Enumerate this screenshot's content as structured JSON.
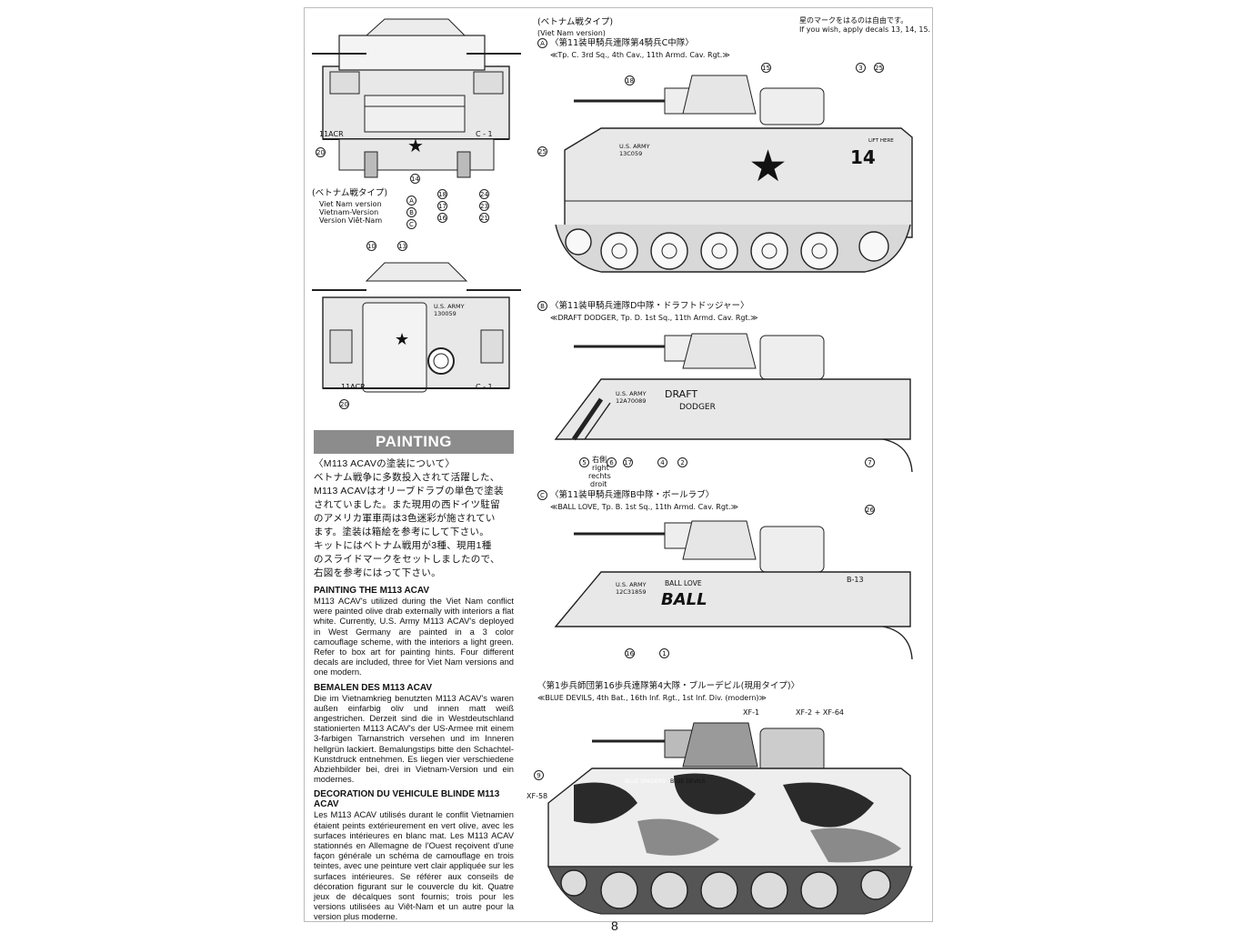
{
  "page_number": "8",
  "top_views": {
    "front_labels": {
      "left": "11ACR",
      "right": "C - 1",
      "callout_star": "14",
      "callout_side": "20"
    },
    "rear_labels": {
      "left": "11ACR",
      "right": "C - 1",
      "army": "U.S. ARMY",
      "serial": "130059",
      "callout_10": "10",
      "callout_13": "13",
      "callout_20": "20"
    },
    "legend": {
      "jp": "(ベトナム戦タイプ)",
      "en": "Viet Nam version",
      "de": "Vietnam-Version",
      "fr": "Version Viêt-Nam",
      "rows": [
        {
          "letter": "A",
          "n1": "18",
          "n2": "24"
        },
        {
          "letter": "B",
          "n1": "17",
          "n2": "23"
        },
        {
          "letter": "C",
          "n1": "16",
          "n2": "21"
        }
      ]
    }
  },
  "header_right": {
    "jp": "星のマークをはるのは自由です。",
    "en": "If you wish, apply decals 13, 14, 15."
  },
  "vehicles": [
    {
      "key": "A",
      "jp_type": "(ベトナム戦タイプ)",
      "en_type": "(Viet Nam version)",
      "jp_unit": "〈第11装甲騎兵連隊第4騎兵C中隊〉",
      "en_unit": "≪Tp. C. 3rd Sq., 4th Cav., 11th Armd. Cav. Rgt.≫",
      "number": "14",
      "army": "U.S. ARMY",
      "serial": "13C059",
      "lift": "LIFT HERE",
      "callouts": [
        "18",
        "15",
        "3",
        "25",
        "25"
      ]
    },
    {
      "key": "B",
      "jp_unit": "〈第11装甲騎兵連隊D中隊・ドラフトドッジャー〉",
      "en_unit": "≪DRAFT DODGER, Tp. D. 1st Sq., 11th Armd. Cav. Rgt.≫",
      "name1": "DRAFT",
      "name2": "DODGER",
      "army": "U.S. ARMY",
      "serial": "12A70089",
      "side_jp": "右側",
      "side_en": "right",
      "side_de": "rechts",
      "side_fr": "droit",
      "callouts": [
        "5",
        "6",
        "17",
        "4",
        "2",
        "7"
      ]
    },
    {
      "key": "C",
      "jp_unit": "〈第11装甲騎兵連隊B中隊・ボールラブ〉",
      "en_unit": "≪BALL LOVE, Tp. B. 1st Sq., 11th Armd. Cav. Rgt.≫",
      "name_small": "BALL LOVE",
      "name_big": "BALL",
      "army": "U.S. ARMY",
      "serial": "12C31859",
      "number": "B-13",
      "callouts": [
        "26",
        "16",
        "1"
      ]
    },
    {
      "key": "D",
      "jp_unit": "〈第1歩兵師団第16歩兵連隊第4大隊・ブルーデビル(現用タイプ)〉",
      "en_unit": "≪BLUE DEVILS, 4th Bat., 16th Inf. Rgt., 1st Inf. Div. (modern)≫",
      "xf1": "XF-1",
      "xf2": "XF-2 + XF-64",
      "xf58": "XF-58",
      "callout": "9",
      "name1": "BLUE SPADERS",
      "name2": "BLUE DEVILS"
    }
  ],
  "painting": {
    "title": "PAINTING",
    "jp_heading": "〈M113 ACAVの塗装について〉",
    "jp_lines": [
      "ベトナム戦争に多数投入されて活躍した、",
      "M113 ACAVはオリーブドラブの単色で塗装",
      "されていました。また現用の西ドイツ駐留",
      "のアメリカ軍車両は3色迷彩が施されてい",
      "ます。塗装は箱絵を参考にして下さい。",
      "キットにはベトナム戦用が3種、現用1種",
      "のスライドマークをセットしましたので、",
      "右図を参考にはって下さい。"
    ],
    "en_heading": "PAINTING THE M113 ACAV",
    "en_text": "M113 ACAV's utilized during the Viet Nam conflict were painted olive drab externally with interiors a flat white. Currently, U.S. Army M113 ACAV's deployed in West Germany are painted in a 3 color camouflage scheme, with the interiors a light green. Refer to box art for painting hints. Four different decals are included, three for Viet Nam versions and one modern.",
    "de_heading": "BEMALEN DES M113 ACAV",
    "de_text": "Die im Vietnamkrieg benutzten M113 ACAV's waren außen einfarbig oliv und innen matt weiß angestrichen. Derzeit sind die in Westdeutschland stationierten M113 ACAV's der US-Armee mit einem 3-farbigen Tarnanstrich versehen und im Inneren hellgrün lackiert. Bemalungstips bitte den Schachtel-Kunstdruck entnehmen. Es liegen vier verschiedene Abziehbilder bei, drei in Vietnam-Version und ein modernes.",
    "fr_heading": "DECORATION DU VEHICULE BLINDE M113 ACAV",
    "fr_text": "Les M113 ACAV utilisés durant le conflit Vietnamien étaient peints extérieurement en vert olive, avec les surfaces intérieures en blanc mat. Les M113 ACAV stationnés en Allemagne de l'Ouest reçoivent d'une façon générale un schéma de camouflage en trois teintes, avec une peinture vert clair appliquée sur les surfaces intérieures. Se référer aux conseils de décoration figurant sur le couvercle du kit. Quatre jeux de décalques sont fournis; trois pour les versions utilisées au Viêt-Nam et un autre pour la version plus moderne."
  },
  "colors": {
    "hull": "#e8e8e8",
    "line": "#222222",
    "camo_dark": "#2a2a2a",
    "camo_mid": "#8a8a8a",
    "bar": "#8c8c8c"
  }
}
